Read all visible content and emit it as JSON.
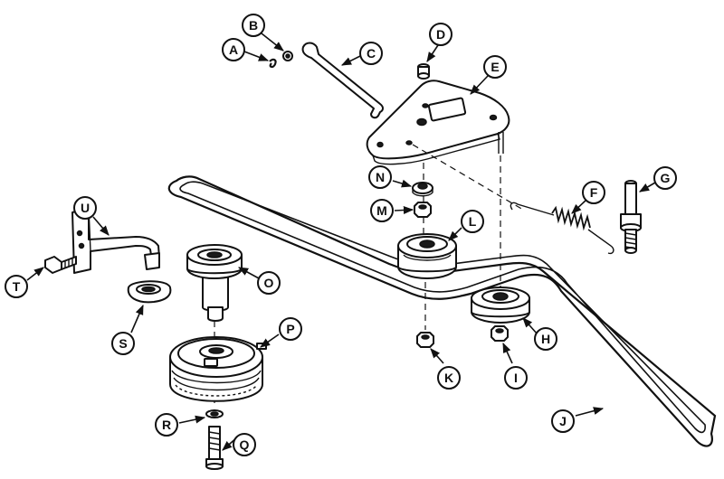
{
  "callouts": [
    {
      "id": "A",
      "label": "A"
    },
    {
      "id": "B",
      "label": "B"
    },
    {
      "id": "C",
      "label": "C"
    },
    {
      "id": "D",
      "label": "D"
    },
    {
      "id": "E",
      "label": "E"
    },
    {
      "id": "F",
      "label": "F"
    },
    {
      "id": "G",
      "label": "G"
    },
    {
      "id": "H",
      "label": "H"
    },
    {
      "id": "I",
      "label": "I"
    },
    {
      "id": "J",
      "label": "J"
    },
    {
      "id": "K",
      "label": "K"
    },
    {
      "id": "L",
      "label": "L"
    },
    {
      "id": "M",
      "label": "M"
    },
    {
      "id": "N",
      "label": "N"
    },
    {
      "id": "O",
      "label": "O"
    },
    {
      "id": "P",
      "label": "P"
    },
    {
      "id": "Q",
      "label": "Q"
    },
    {
      "id": "R",
      "label": "R"
    },
    {
      "id": "S",
      "label": "S"
    },
    {
      "id": "T",
      "label": "T"
    },
    {
      "id": "U",
      "label": "U"
    }
  ]
}
